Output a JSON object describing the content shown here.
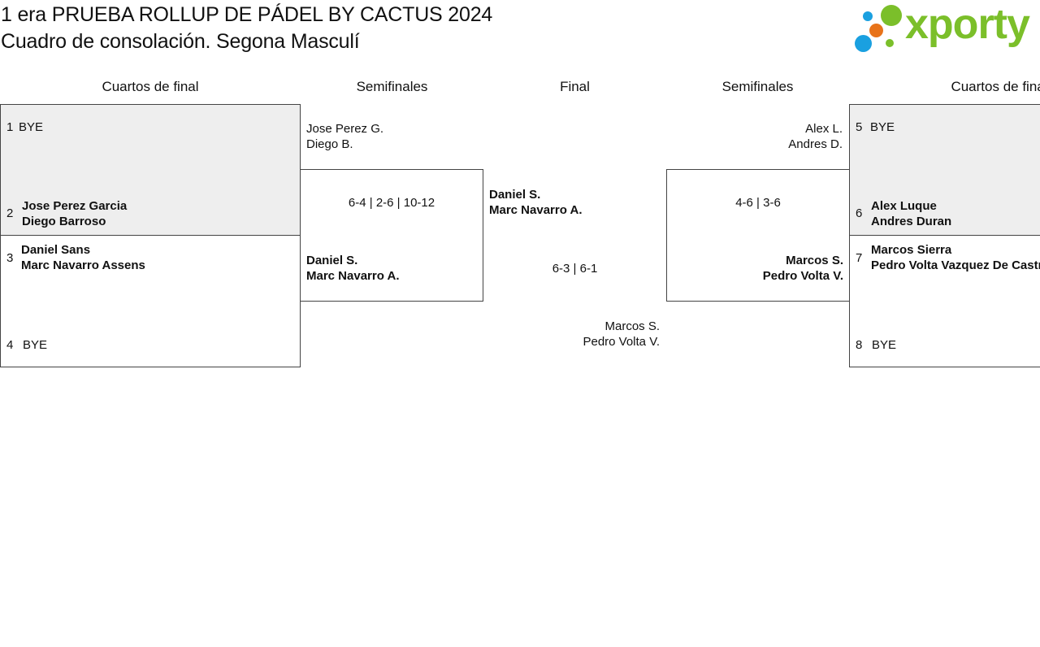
{
  "header": {
    "title_line1": "1 era PRUEBA ROLLUP DE PÁDEL BY CACTUS 2024",
    "title_line2": "Cuadro de consolación. Segona Masculí"
  },
  "logo": {
    "text": "xporty",
    "colors": {
      "green": "#7bbf2a",
      "blue": "#1aa0e0",
      "orange": "#e8731a"
    }
  },
  "columns": {
    "left_quarters": "Cuartos de final",
    "left_semis": "Semifinales",
    "final": "Final",
    "right_semis": "Semifinales",
    "right_quarters": "Cuartos de final"
  },
  "quarters_left": {
    "match1": {
      "seed_a": "1",
      "team_a": "BYE",
      "seed_b": "2",
      "team_b_p1": "Jose Perez Garcia",
      "team_b_p2": "Diego Barroso"
    },
    "match2": {
      "seed_a": "3",
      "team_a_p1": "Daniel Sans",
      "team_a_p2": "Marc Navarro Assens",
      "seed_b": "4",
      "team_b": "BYE"
    }
  },
  "quarters_right": {
    "match1": {
      "seed_a": "5",
      "team_a": "BYE",
      "seed_b": "6",
      "team_b_p1": "Alex Luque",
      "team_b_p2": "Andres Duran"
    },
    "match2": {
      "seed_a": "7",
      "team_a_p1": "Marcos Sierra",
      "team_a_p2": "Pedro Volta Vazquez De Castro",
      "seed_b": "8",
      "team_b": "BYE"
    }
  },
  "semis_left": {
    "top_p1": "Jose Perez G.",
    "top_p2": "Diego B.",
    "score": "6-4 | 2-6 | 10-12",
    "bottom_p1": "Daniel S.",
    "bottom_p2": "Marc Navarro A."
  },
  "semis_right": {
    "top_p1": "Alex L.",
    "top_p2": "Andres D.",
    "score": "4-6 | 3-6",
    "bottom_p1": "Marcos S.",
    "bottom_p2": "Pedro Volta V."
  },
  "final": {
    "top_p1": "Daniel S.",
    "top_p2": "Marc Navarro A.",
    "score": "6-3 | 6-1",
    "bottom_p1": "Marcos S.",
    "bottom_p2": "Pedro Volta V."
  }
}
